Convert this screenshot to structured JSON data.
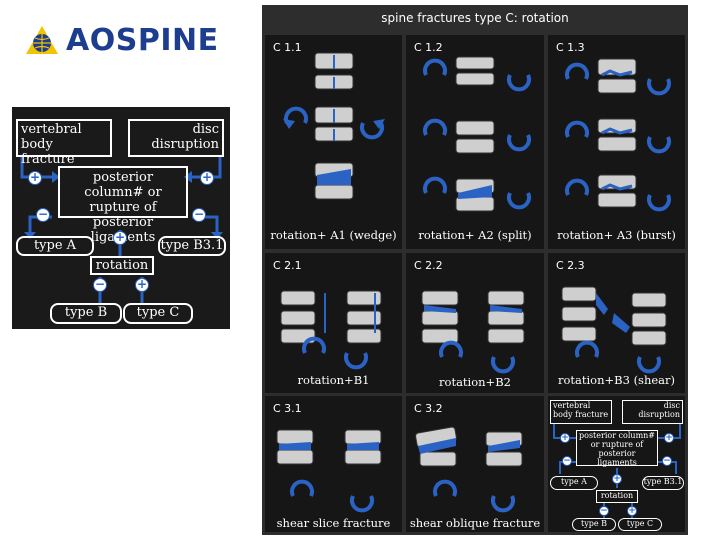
{
  "logo": {
    "text": "AOSPINE"
  },
  "flowchart": {
    "vertebral_body_fracture": "vertebral body fracture",
    "disc_disruption": "disc disruption",
    "posterior": "posterior column# or rupture of posterior ligaments",
    "type_a": "type A",
    "type_b3": "type B3.1",
    "rotation": "rotation",
    "type_b": "type B",
    "type_c": "type C",
    "plus": "+",
    "minus": "−"
  },
  "grid": {
    "title": "spine fractures type C: rotation",
    "cells": [
      {
        "code": "C 1.1",
        "caption": "rotation+ A1 (wedge)"
      },
      {
        "code": "C 1.2",
        "caption": "rotation+ A2 (split)"
      },
      {
        "code": "C 1.3",
        "caption": "rotation+ A3 (burst)"
      },
      {
        "code": "C 2.1",
        "caption": "rotation+B1"
      },
      {
        "code": "C 2.2",
        "caption": "rotation+B2"
      },
      {
        "code": "C 2.3",
        "caption": "rotation+B3 (shear)"
      },
      {
        "code": "C 3.1",
        "caption": "shear slice fracture"
      },
      {
        "code": "C 3.2",
        "caption": "shear oblique fracture"
      }
    ]
  },
  "colors": {
    "blue": "#2a63c4",
    "dark": "#161616"
  }
}
